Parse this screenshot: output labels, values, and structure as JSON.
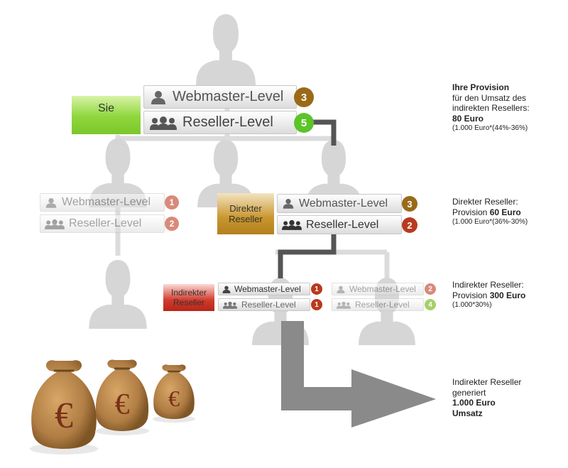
{
  "levels": {
    "top_webmaster": {
      "label": "Webmaster-Level",
      "badge": "3"
    },
    "top_reseller": {
      "label": "Reseller-Level",
      "badge": "5"
    },
    "left_webmaster": {
      "label": "Webmaster-Level",
      "badge": "1"
    },
    "left_reseller": {
      "label": "Reseller-Level",
      "badge": "2"
    },
    "direct_webmaster": {
      "label": "Webmaster-Level",
      "badge": "3"
    },
    "direct_reseller": {
      "label": "Reseller-Level",
      "badge": "2"
    },
    "indirect_webmaster": {
      "label": "Webmaster-Level",
      "badge": "1"
    },
    "indirect_reseller": {
      "label": "Reseller-Level",
      "badge": "1"
    },
    "side_webmaster": {
      "label": "Webmaster-Level",
      "badge": "2"
    },
    "side_reseller": {
      "label": "Reseller-Level",
      "badge": "4"
    }
  },
  "tags": {
    "sie": "Sie",
    "direkter_1": "Direkter",
    "direkter_2": "Reseller",
    "indirekter_1": "Indirekter",
    "indirekter_2": "Reseller"
  },
  "notes": {
    "n1": {
      "bold1": "Ihre Provision",
      "line2": "für den Umsatz des",
      "line3": "indirekten Resellers:",
      "bold4": "80 Euro",
      "small": "(1.000 Euro*(44%-36%)"
    },
    "n2": {
      "line1": "Direkter Reseller:",
      "prefix2": "Provision ",
      "bold2": "60 Euro",
      "small": "(1.000 Euro*(36%-30%)"
    },
    "n3": {
      "line1": "Indirekter Reseller:",
      "prefix2": "Provision ",
      "bold2": "300 Euro",
      "small": "(1.000*30%)"
    },
    "n4": {
      "line1": "Indirekter Reseller",
      "line2": "generiert",
      "bold3": "1.000 Euro",
      "bold4": "Umsatz"
    }
  },
  "money_symbol": "€",
  "colors": {
    "sie_green": "#8ed63c",
    "direkter_gold": "#c9962e",
    "indirekter_red": "#d13a2c",
    "badge_brown": "#9a6a18",
    "badge_green": "#5cc42a",
    "badge_red": "#b83a1f",
    "badge_salmon": "#d98a7a",
    "badge_lightgreen": "#a8cf6a",
    "path_dark": "#555555",
    "arrow_gray": "#8a8a8a",
    "silhouette": "#d6d6d6"
  }
}
